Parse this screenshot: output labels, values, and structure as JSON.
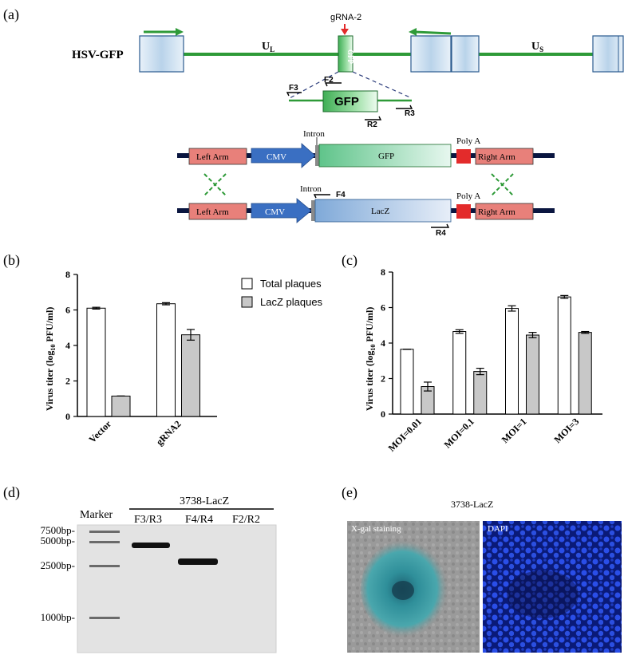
{
  "panel_a": {
    "label": "(a)",
    "hsv_label": "HSV-GFP",
    "gRNA_label": "gRNA-2",
    "ul_label": "U",
    "ul_sub": "L",
    "us_label": "U",
    "us_sub": "S",
    "gfp_small": "GFP",
    "gfp_box": "GFP",
    "primer_f3": "F3",
    "primer_f2": "F2",
    "primer_r2": "R2",
    "primer_r3": "R3",
    "primer_f4": "F4",
    "primer_r4": "R4",
    "construct1": {
      "left_arm": "Left Arm",
      "cmv": "CMV",
      "intron": "Intron",
      "gene": "GFP",
      "polya": "Poly A",
      "right_arm": "Right Arm"
    },
    "construct2": {
      "left_arm": "Left Arm",
      "cmv": "CMV",
      "intron": "Intron",
      "gene": "LacZ",
      "polya": "Poly A",
      "right_arm": "Right Arm"
    },
    "colors": {
      "green_line": "#2e9a38",
      "box_blue": "#c9dff0",
      "arm_red": "#e8807a",
      "cmv_blue": "#3a6fc2",
      "polya_red": "#e32b2b"
    }
  },
  "chart_data": [
    {
      "panel": "(b)",
      "type": "bar",
      "categories": [
        "Vector",
        "gRNA2"
      ],
      "series": [
        {
          "name": "Total plaques",
          "values": [
            6.1,
            6.35
          ],
          "errors": [
            0.05,
            0.06
          ],
          "color": "#ffffff"
        },
        {
          "name": "LacZ plaques",
          "values": [
            1.15,
            4.6
          ],
          "errors": [
            0.0,
            0.3
          ],
          "color": "#c8c8c8"
        }
      ],
      "ylabel": "Virus titer (log",
      "ylabel_sub": "10",
      "ylabel_end": " PFU/ml)",
      "ylim": [
        0,
        8
      ],
      "yticks": [
        "0",
        "2",
        "4",
        "6",
        "8"
      ],
      "legend": "right"
    },
    {
      "panel": "(c)",
      "type": "bar",
      "categories": [
        "MOI=0.01",
        "MOI=0.1",
        "MOI=1",
        "MOI=3"
      ],
      "series": [
        {
          "name": "Total plaques",
          "values": [
            3.65,
            4.65,
            5.95,
            6.6
          ],
          "errors": [
            0.0,
            0.1,
            0.15,
            0.08
          ],
          "color": "#ffffff"
        },
        {
          "name": "LacZ plaques",
          "values": [
            1.55,
            2.4,
            4.45,
            4.6
          ],
          "errors": [
            0.25,
            0.18,
            0.15,
            0.05
          ],
          "color": "#c8c8c8"
        }
      ],
      "ylabel": "Virus titer (log",
      "ylabel_sub": "10",
      "ylabel_end": " PFU/ml)",
      "ylim": [
        0,
        8
      ],
      "yticks": [
        "0",
        "2",
        "4",
        "6",
        "8"
      ]
    }
  ],
  "panel_d": {
    "label": "(d)",
    "group_label": "3738-LacZ",
    "lanes": [
      "Marker",
      "F3/R3",
      "F4/R4",
      "F2/R2"
    ],
    "markers": [
      "7500bp",
      "5000bp",
      "2500bp",
      "1000bp"
    ]
  },
  "panel_e": {
    "label": "(e)",
    "title": "3738-LacZ",
    "img1_label": "X-gal staining",
    "img2_label": "DAPI"
  }
}
